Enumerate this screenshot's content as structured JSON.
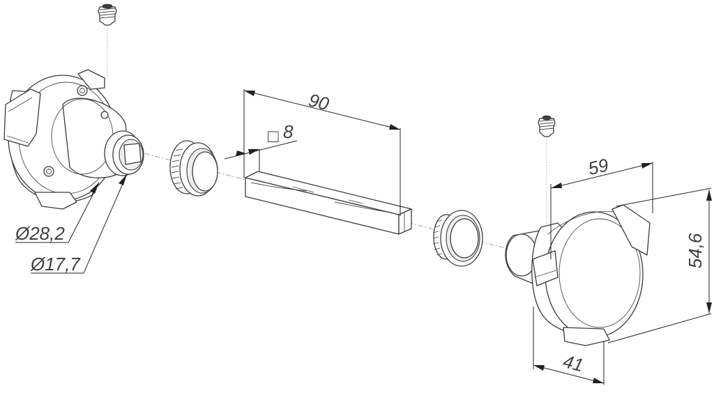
{
  "dimensions": {
    "spindle_length": "90",
    "spindle_square": "8",
    "square_symbol": "□",
    "diameter_outer": "Ø28,2",
    "diameter_inner": "Ø17,7",
    "knob_width": "59",
    "knob_height": "54,6",
    "knob_depth": "41"
  },
  "colors": {
    "line": "#3a3a3a",
    "text": "#3f3f3f",
    "background": "#ffffff"
  }
}
